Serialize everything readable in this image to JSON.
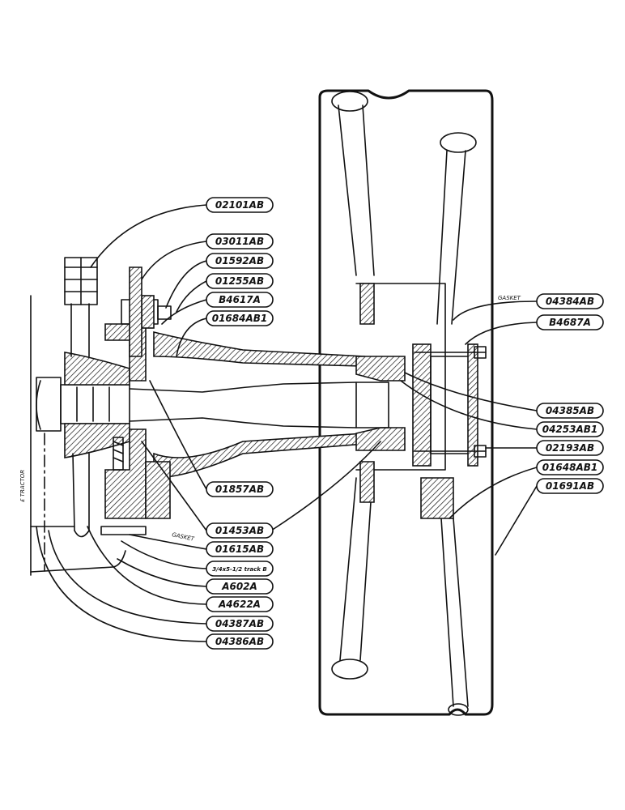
{
  "labels": {
    "02101AB": "02101AB",
    "03011AB": "03011AB",
    "01592AB": "01592AB",
    "01255AB": "01255AB",
    "B4617A": "B4617A",
    "01684AB1": "01684AB1",
    "01857AB": "01857AB",
    "01453AB": "01453AB",
    "01615AB": "01615AB",
    "bolt": "3/4x5-1/2 track B",
    "A602A": "A602A",
    "A4622A": "A4622A",
    "04387AB": "04387AB",
    "04386AB": "04386AB",
    "04384AB": "04384AB",
    "B4687A": "B4687A",
    "04385AB": "04385AB",
    "04253AB1": "04253AB1",
    "02193AB": "02193AB",
    "01648AB1": "01648AB1",
    "01691AB": "01691AB"
  },
  "annotations": {
    "gasket_top": "GASKET",
    "gasket_bottom": "GASKET",
    "tractor": "£ TRACTOR"
  }
}
